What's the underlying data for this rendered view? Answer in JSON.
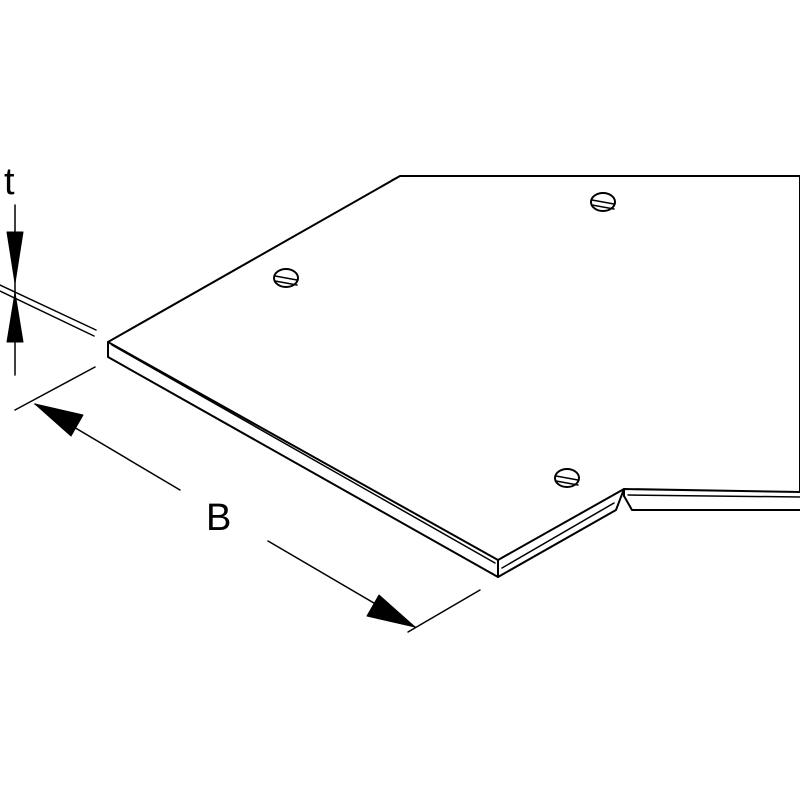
{
  "dimensions": {
    "thickness_label": "t",
    "width_label": "B"
  },
  "component": {
    "screw_count": 3
  }
}
